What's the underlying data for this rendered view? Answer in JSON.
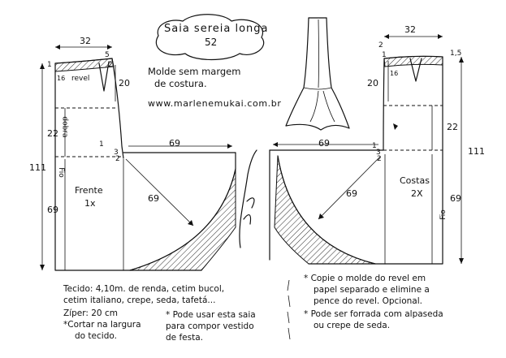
{
  "title": {
    "line1": "Saia sereia longa",
    "line2": "52"
  },
  "header_note": {
    "line1": "Molde sem margem",
    "line2": "de costura."
  },
  "website": "www.marlenemukai.com.br",
  "front": {
    "name": "Frente",
    "count": "1x",
    "fold_label": "dobra",
    "grain_label": "Fio",
    "facing_label": "revel",
    "width_top": "32",
    "dart": "20",
    "hip": "22",
    "flare_width": "69",
    "flare_diag": "69",
    "lower": "69",
    "total": "111",
    "marks": {
      "m1": "1",
      "m2": "2",
      "m3": "3",
      "m5": "5",
      "m16": "16"
    }
  },
  "back": {
    "name": "Costas",
    "count": "2X",
    "grain_label": "Fio",
    "width_top": "32",
    "dart": "20",
    "hip": "22",
    "flare_width": "69",
    "flare_diag": "69",
    "lower": "69",
    "total": "111",
    "marks": {
      "m1": "1",
      "m2": "2",
      "m3": "3",
      "m15": "1,5",
      "m16": "16"
    }
  },
  "notes_left": {
    "line1": "Tecido: 4,10m. de renda, cetim bucol,",
    "line2": "cetim italiano, crepe, seda, tafetá...",
    "line3": "Zíper: 20 cm",
    "line4": "*Cortar na largura",
    "line5": "do tecido.",
    "line6": "* Pode usar esta saia",
    "line7": "para compor vestido",
    "line8": "de festa."
  },
  "notes_right": {
    "line1": "* Copie o molde do revel em",
    "line2": "papel separado e elimine a",
    "line3": "pence do revel. Opcional.",
    "line4": "* Pode ser forrada com alpaseda",
    "line5": "ou crepe de seda."
  },
  "colors": {
    "ink": "#111111",
    "paper": "#ffffff"
  }
}
